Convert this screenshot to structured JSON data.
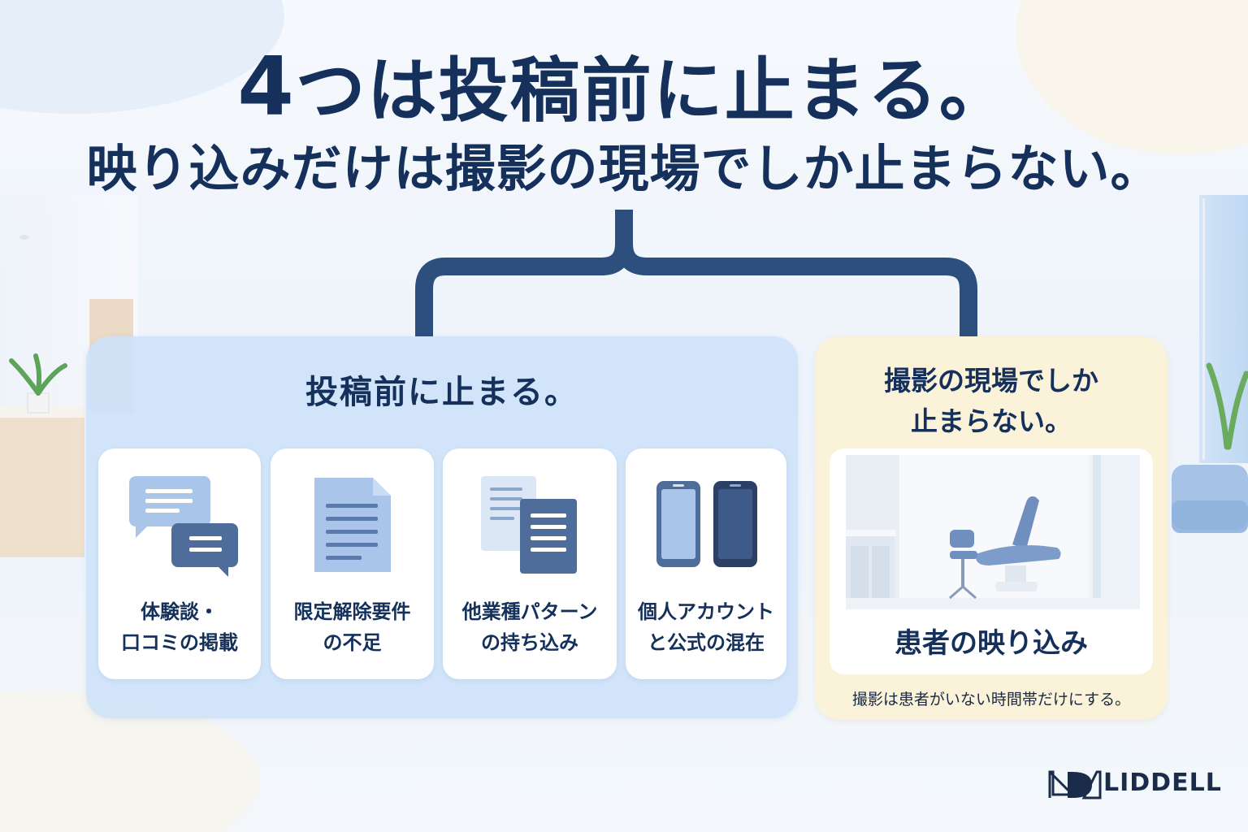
{
  "title": {
    "line1_number": "4",
    "line1_rest": "つは投稿前に止まる。",
    "line2": "映り込みだけは撮影の現場でしか止まらない。"
  },
  "left_group": {
    "title": "投稿前に止まる。",
    "color": "#cee2f8",
    "cards": [
      {
        "line1": "体験談・",
        "line2": "口コミの掲載",
        "icon": "chat-bubbles-icon"
      },
      {
        "line1": "限定解除要件",
        "line2": "の不足",
        "icon": "document-icon"
      },
      {
        "line1": "他業種パターン",
        "line2": "の持ち込み",
        "icon": "copied-documents-icon"
      },
      {
        "line1": "個人アカウント",
        "line2": "と公式の混在",
        "icon": "two-smartphones-icon"
      }
    ]
  },
  "right_group": {
    "title_line1": "撮影の現場でしか",
    "title_line2": "止まらない。",
    "card_label": "患者の映り込み",
    "note": "撮影は患者がいない時間帯だけにする。",
    "color": "#fbf2da",
    "icon": "treatment-room-photo"
  },
  "brand": {
    "name": "LIDDELL",
    "icon": "liddell-logo-icon"
  },
  "colors": {
    "navy": "#14305b",
    "connector": "#2c4f7e",
    "icon_light": "#a9c6ea",
    "icon_dark": "#4a6a98"
  }
}
